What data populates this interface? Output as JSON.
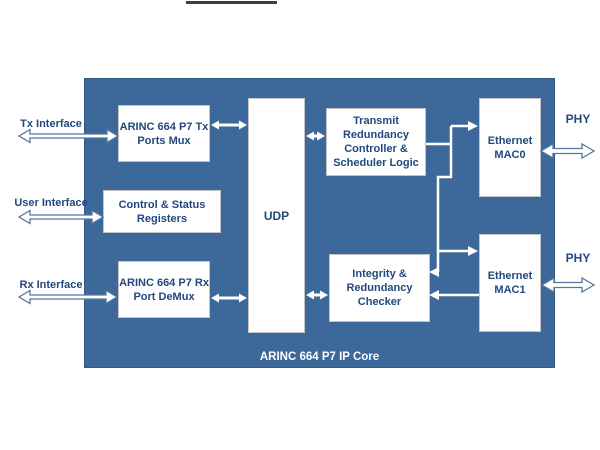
{
  "colors": {
    "container_fill": "#3C689A",
    "container_border": "#2E5984",
    "box_fill": "#FFFFFF",
    "box_border": "#C4C4C4",
    "text_navy": "#21497C",
    "core_label_color": "#FFFFFF",
    "arrow_fill": "#FFFFFF",
    "arrow_outline": "#54779F"
  },
  "diagram": {
    "core_label": "ARINC 664 P7 IP Core",
    "blocks": {
      "tx_mux": {
        "label": "ARINC 664 P7 Tx\nPorts Mux"
      },
      "csr": {
        "label": "Control & Status\nRegisters"
      },
      "rx_demux": {
        "label": "ARINC 664 P7 Rx\nPort DeMux"
      },
      "udp": {
        "label": "UDP"
      },
      "transmit": {
        "label": "Transmit\nRedundancy\nController &\nScheduler Logic"
      },
      "integrity": {
        "label": "Integrity &\nRedundancy\nChecker"
      },
      "mac0": {
        "label": "Ethernet\nMAC0"
      },
      "mac1": {
        "label": "Ethernet\nMAC1"
      }
    },
    "external_labels": {
      "tx": "Tx Interface",
      "user": "User Interface",
      "rx": "Rx Interface",
      "phy_top": "PHY",
      "phy_bot": "PHY"
    },
    "connections": [
      "Tx Interface <-> ARINC 664 P7 Tx Ports Mux",
      "User Interface <-> Control & Status Registers",
      "Rx Interface <-> ARINC 664 P7 Rx Port DeMux",
      "ARINC 664 P7 Tx Ports Mux <-> UDP",
      "ARINC 664 P7 Rx Port DeMux <-> UDP",
      "UDP <-> Transmit Redundancy Controller & Scheduler Logic",
      "UDP <-> Integrity & Redundancy Checker",
      "Transmit Redundancy Controller -> Ethernet MAC0",
      "Transmit Redundancy Controller -> Ethernet MAC1",
      "Trunk -> Integrity & Redundancy Checker",
      "Ethernet MAC1 -> Integrity & Redundancy Checker",
      "Ethernet MAC0 <-> PHY",
      "Ethernet MAC1 <-> PHY"
    ]
  }
}
